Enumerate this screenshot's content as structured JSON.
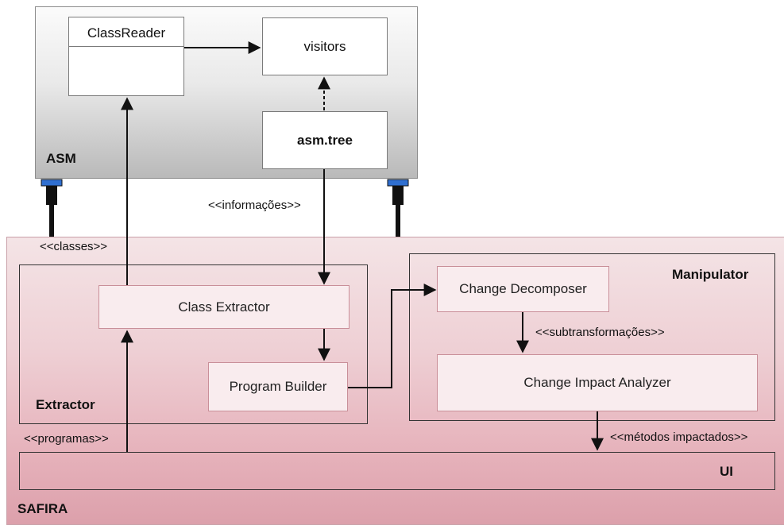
{
  "asm": {
    "label": "ASM",
    "class_reader": "ClassReader",
    "visitors": "visitors",
    "asm_tree": "asm.tree"
  },
  "safira": {
    "label": "SAFIRA",
    "extractor": {
      "label": "Extractor",
      "class_extractor": "Class Extractor",
      "program_builder": "Program Builder"
    },
    "manipulator": {
      "label": "Manipulator",
      "change_decomposer": "Change Decomposer",
      "change_impact_analyzer": "Change Impact Analyzer"
    },
    "ui": "UI"
  },
  "stereotypes": {
    "informacoes": "<<informações>>",
    "classes": "<<classes>>",
    "subtransformacoes": "<<subtransformações>>",
    "programas": "<<programas>>",
    "metodos_impactados": "<<métodos impactados>>"
  },
  "colors": {
    "asm_fill_top": "#fbfbfb",
    "asm_fill_bottom": "#b9b9b9",
    "safira_fill_top": "#f4e4e6",
    "safira_fill_bottom": "#dca0ab",
    "plug_blue": "#2f6fd0",
    "wire": "#111111"
  }
}
